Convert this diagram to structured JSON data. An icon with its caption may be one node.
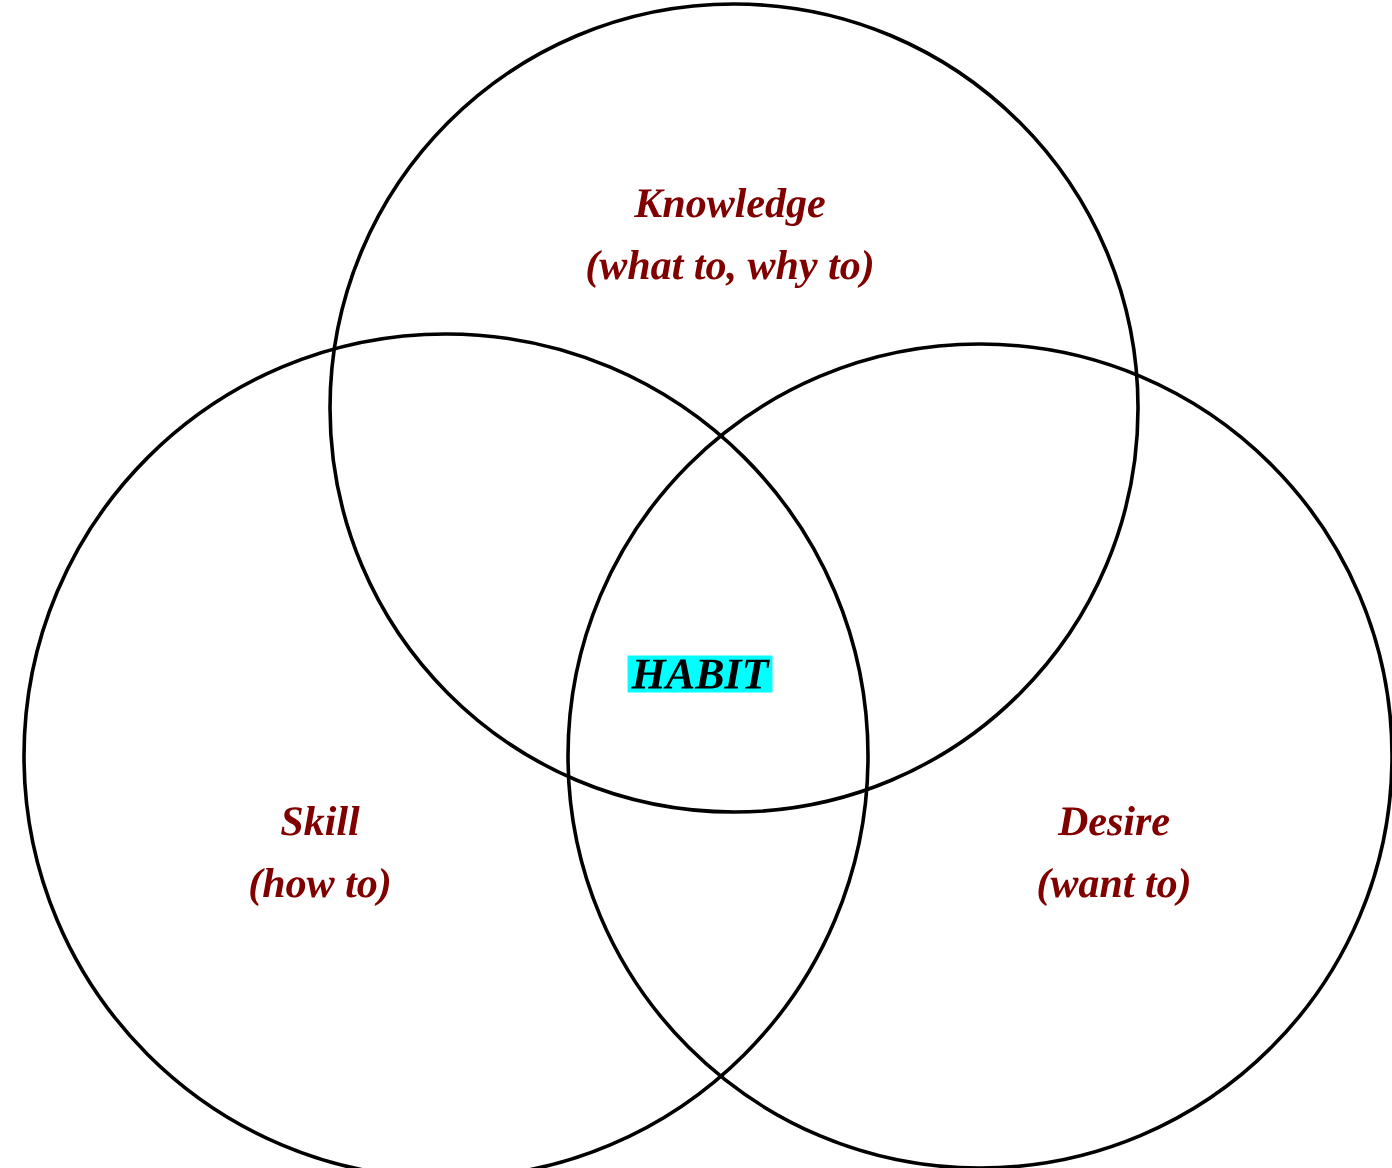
{
  "diagram": {
    "nodes": [
      {
        "text": [
          "Knowledge",
          "(what to, why to)"
        ]
      },
      {
        "text": [
          "Skill",
          "(how to)"
        ]
      },
      {
        "text": [
          "Desire",
          "(want to)"
        ]
      },
      {
        "text": [
          "HABIT"
        ]
      }
    ]
  }
}
